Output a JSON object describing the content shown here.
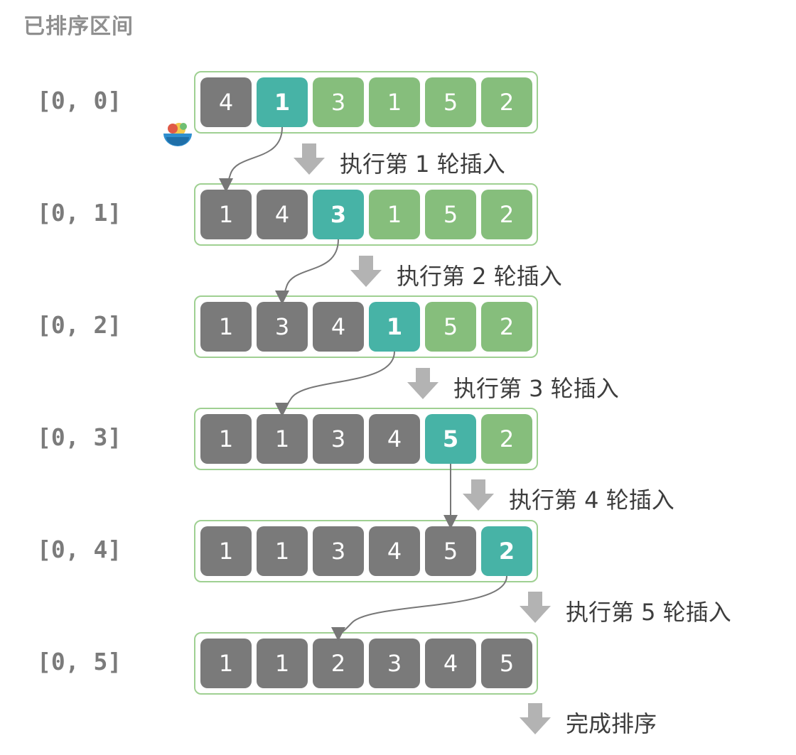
{
  "header": "已排序区间",
  "rows": [
    {
      "range": "[0, 0]",
      "cells": [
        {
          "v": "4",
          "s": "sorted"
        },
        {
          "v": "1",
          "s": "current"
        },
        {
          "v": "3",
          "s": "unsorted"
        },
        {
          "v": "1",
          "s": "unsorted"
        },
        {
          "v": "5",
          "s": "unsorted"
        },
        {
          "v": "2",
          "s": "unsorted"
        }
      ]
    },
    {
      "range": "[0, 1]",
      "cells": [
        {
          "v": "1",
          "s": "sorted"
        },
        {
          "v": "4",
          "s": "sorted"
        },
        {
          "v": "3",
          "s": "current"
        },
        {
          "v": "1",
          "s": "unsorted"
        },
        {
          "v": "5",
          "s": "unsorted"
        },
        {
          "v": "2",
          "s": "unsorted"
        }
      ]
    },
    {
      "range": "[0, 2]",
      "cells": [
        {
          "v": "1",
          "s": "sorted"
        },
        {
          "v": "3",
          "s": "sorted"
        },
        {
          "v": "4",
          "s": "sorted"
        },
        {
          "v": "1",
          "s": "current"
        },
        {
          "v": "5",
          "s": "unsorted"
        },
        {
          "v": "2",
          "s": "unsorted"
        }
      ]
    },
    {
      "range": "[0, 3]",
      "cells": [
        {
          "v": "1",
          "s": "sorted"
        },
        {
          "v": "1",
          "s": "sorted"
        },
        {
          "v": "3",
          "s": "sorted"
        },
        {
          "v": "4",
          "s": "sorted"
        },
        {
          "v": "5",
          "s": "current"
        },
        {
          "v": "2",
          "s": "unsorted"
        }
      ]
    },
    {
      "range": "[0, 4]",
      "cells": [
        {
          "v": "1",
          "s": "sorted"
        },
        {
          "v": "1",
          "s": "sorted"
        },
        {
          "v": "3",
          "s": "sorted"
        },
        {
          "v": "4",
          "s": "sorted"
        },
        {
          "v": "5",
          "s": "sorted"
        },
        {
          "v": "2",
          "s": "current"
        }
      ]
    },
    {
      "range": "[0, 5]",
      "cells": [
        {
          "v": "1",
          "s": "sorted"
        },
        {
          "v": "1",
          "s": "sorted"
        },
        {
          "v": "2",
          "s": "sorted"
        },
        {
          "v": "3",
          "s": "sorted"
        },
        {
          "v": "4",
          "s": "sorted"
        },
        {
          "v": "5",
          "s": "sorted"
        }
      ]
    }
  ],
  "steps": [
    "执行第 1 轮插入",
    "执行第 2 轮插入",
    "执行第 3 轮插入",
    "执行第 4 轮插入",
    "执行第 5 轮插入",
    "完成排序"
  ],
  "moves": [
    {
      "from_row": 0,
      "from_cell": 1,
      "to_row": 1,
      "to_cell": 0
    },
    {
      "from_row": 1,
      "from_cell": 2,
      "to_row": 2,
      "to_cell": 1
    },
    {
      "from_row": 2,
      "from_cell": 3,
      "to_row": 3,
      "to_cell": 1
    },
    {
      "from_row": 3,
      "from_cell": 4,
      "to_row": 4,
      "to_cell": 4
    },
    {
      "from_row": 4,
      "from_cell": 5,
      "to_row": 5,
      "to_cell": 2
    }
  ],
  "colors": {
    "sorted": "#7a7a7a",
    "unsorted": "#86be7c",
    "current": "#47b3a6",
    "frame": "#9fd092",
    "arrow": "#b3b3b3",
    "link": "#777777"
  }
}
